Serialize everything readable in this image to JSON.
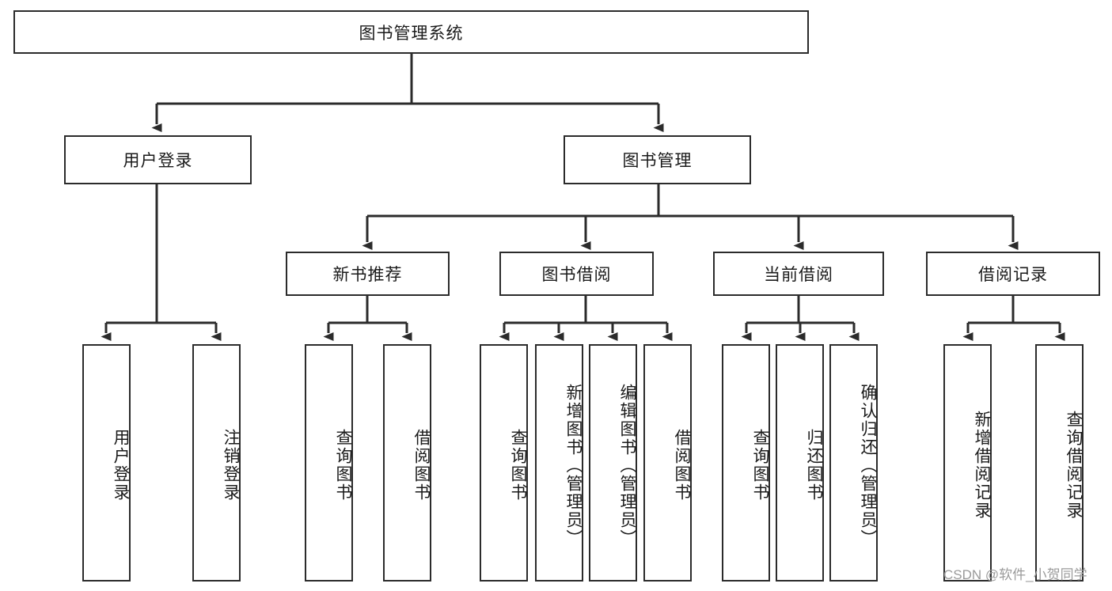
{
  "diagram": {
    "title": "图书管理系统",
    "type": "function-tree",
    "root": {
      "label": "图书管理系统",
      "orientation": "horizontal"
    },
    "level1": [
      {
        "label": "用户登录",
        "orientation": "horizontal"
      },
      {
        "label": "图书管理",
        "orientation": "horizontal"
      }
    ],
    "level2": [
      {
        "label": "新书推荐",
        "orientation": "horizontal",
        "parent": "图书管理"
      },
      {
        "label": "图书借阅",
        "orientation": "horizontal",
        "parent": "图书管理"
      },
      {
        "label": "当前借阅",
        "orientation": "horizontal",
        "parent": "图书管理"
      },
      {
        "label": "借阅记录",
        "orientation": "horizontal",
        "parent": "图书管理"
      }
    ],
    "leaves": {
      "user_login": [
        {
          "label": "用户登录",
          "orientation": "vertical"
        },
        {
          "label": "注销登录",
          "orientation": "vertical"
        }
      ],
      "new_book_recommend": [
        {
          "label": "查询图书",
          "orientation": "vertical"
        },
        {
          "label": "借阅图书",
          "orientation": "vertical"
        }
      ],
      "book_borrow": [
        {
          "label": "查询图书",
          "orientation": "vertical"
        },
        {
          "label": "新增图书（管理员）",
          "orientation": "vertical"
        },
        {
          "label": "编辑图书（管理员）",
          "orientation": "vertical"
        },
        {
          "label": "借阅图书",
          "orientation": "vertical"
        }
      ],
      "current_borrow": [
        {
          "label": "查询图书",
          "orientation": "vertical"
        },
        {
          "label": "归还图书",
          "orientation": "vertical"
        },
        {
          "label": "确认归还（管理员）",
          "orientation": "vertical"
        }
      ],
      "borrow_record": [
        {
          "label": "新增借阅记录",
          "orientation": "vertical"
        },
        {
          "label": "查询借阅记录",
          "orientation": "vertical"
        }
      ]
    }
  },
  "watermark": {
    "text": "CSDN @软件_小贺同学"
  },
  "colors": {
    "stroke": "#2b2b2b",
    "background": "#ffffff",
    "text": "#1a1a1a",
    "watermark": "#9a9a9a"
  }
}
